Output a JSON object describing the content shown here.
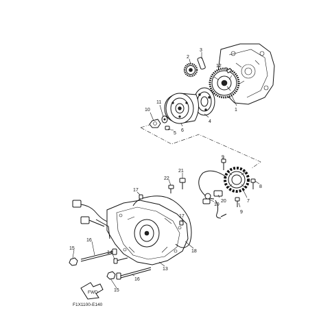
{
  "diagram": {
    "code": "F1X1100-E140",
    "fwd_label": "FWD",
    "callouts": [
      {
        "id": "c1",
        "text": "1"
      },
      {
        "id": "c2",
        "text": "2"
      },
      {
        "id": "c3",
        "text": "3"
      },
      {
        "id": "c4",
        "text": "4"
      },
      {
        "id": "c5",
        "text": "5"
      },
      {
        "id": "c6",
        "text": "6"
      },
      {
        "id": "c7",
        "text": "7"
      },
      {
        "id": "c8",
        "text": "8"
      },
      {
        "id": "c9a",
        "text": "9"
      },
      {
        "id": "c9b",
        "text": "9"
      },
      {
        "id": "c10",
        "text": "10"
      },
      {
        "id": "c11",
        "text": "11"
      },
      {
        "id": "c12",
        "text": "12"
      },
      {
        "id": "c13",
        "text": "13"
      },
      {
        "id": "c14",
        "text": "14"
      },
      {
        "id": "c15a",
        "text": "15"
      },
      {
        "id": "c15b",
        "text": "15"
      },
      {
        "id": "c16a",
        "text": "16"
      },
      {
        "id": "c16b",
        "text": "16"
      },
      {
        "id": "c17a",
        "text": "17"
      },
      {
        "id": "c17b",
        "text": "17"
      },
      {
        "id": "c18",
        "text": "18"
      },
      {
        "id": "c19",
        "text": "19"
      },
      {
        "id": "c20",
        "text": "20"
      },
      {
        "id": "c21",
        "text": "21"
      },
      {
        "id": "c22",
        "text": "22"
      }
    ]
  }
}
